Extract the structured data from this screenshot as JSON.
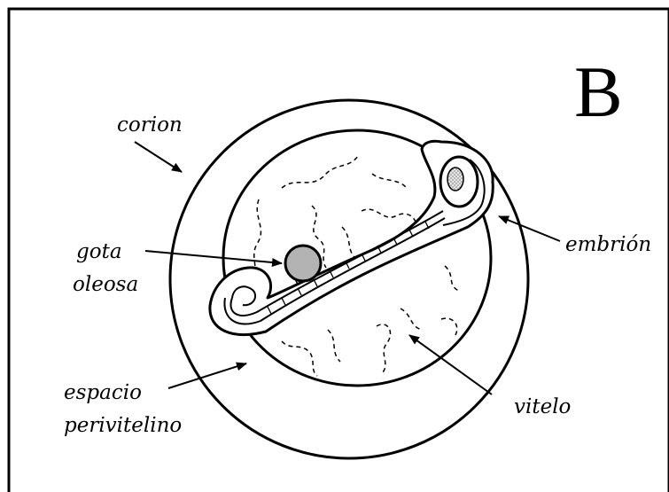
{
  "figure": {
    "panel_letter": "B",
    "labels": {
      "corion": "corion",
      "gota_line1": "gota",
      "gota_line2": "oleosa",
      "espacio_line1": "espacio",
      "espacio_line2": "perivitelino",
      "embrion": "embrión",
      "vitelo": "vitelo"
    }
  }
}
